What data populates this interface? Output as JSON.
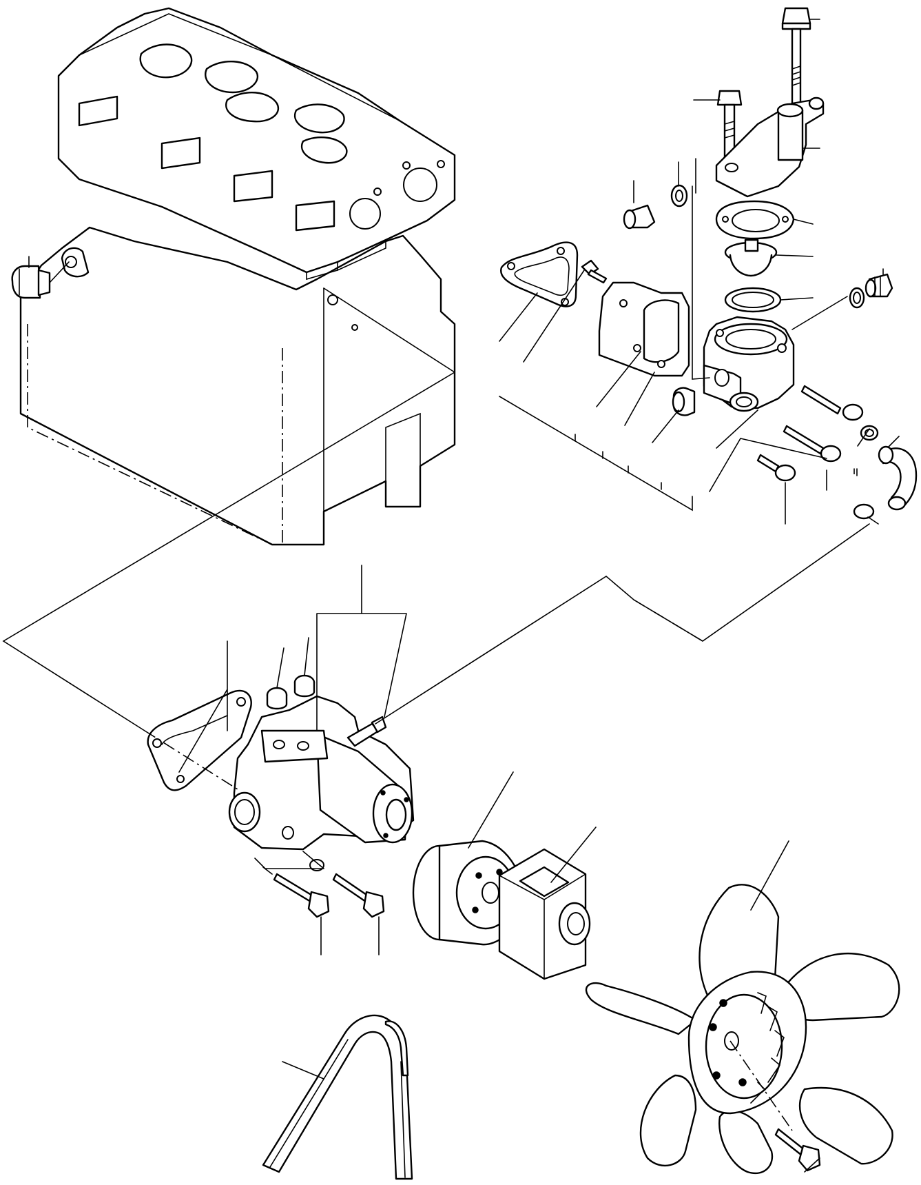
{
  "diagram": {
    "type": "exploded-parts-view",
    "colors": {
      "line": "#000000",
      "background": "#ffffff"
    },
    "parts": [
      "cylinder-block",
      "drain-plug",
      "thermostat-cover",
      "cover-bolt-long",
      "cover-bolt-short",
      "cover-gasket",
      "thermostat",
      "thermostat-o-ring",
      "thermostat-housing",
      "housing-plug",
      "housing-plug-washer",
      "water-temp-sender-plug",
      "sensor-plug",
      "sensor-plug-washer",
      "housing-gasket",
      "housing-plate",
      "plate-bolt",
      "housing-bolt",
      "bypass-hose",
      "hose-clamp",
      "water-pump",
      "pump-gasket",
      "pump-nut",
      "pump-bolt",
      "fan-pulley",
      "pulley-spacer",
      "cooling-fan",
      "fan-bolt",
      "v-belt"
    ]
  }
}
